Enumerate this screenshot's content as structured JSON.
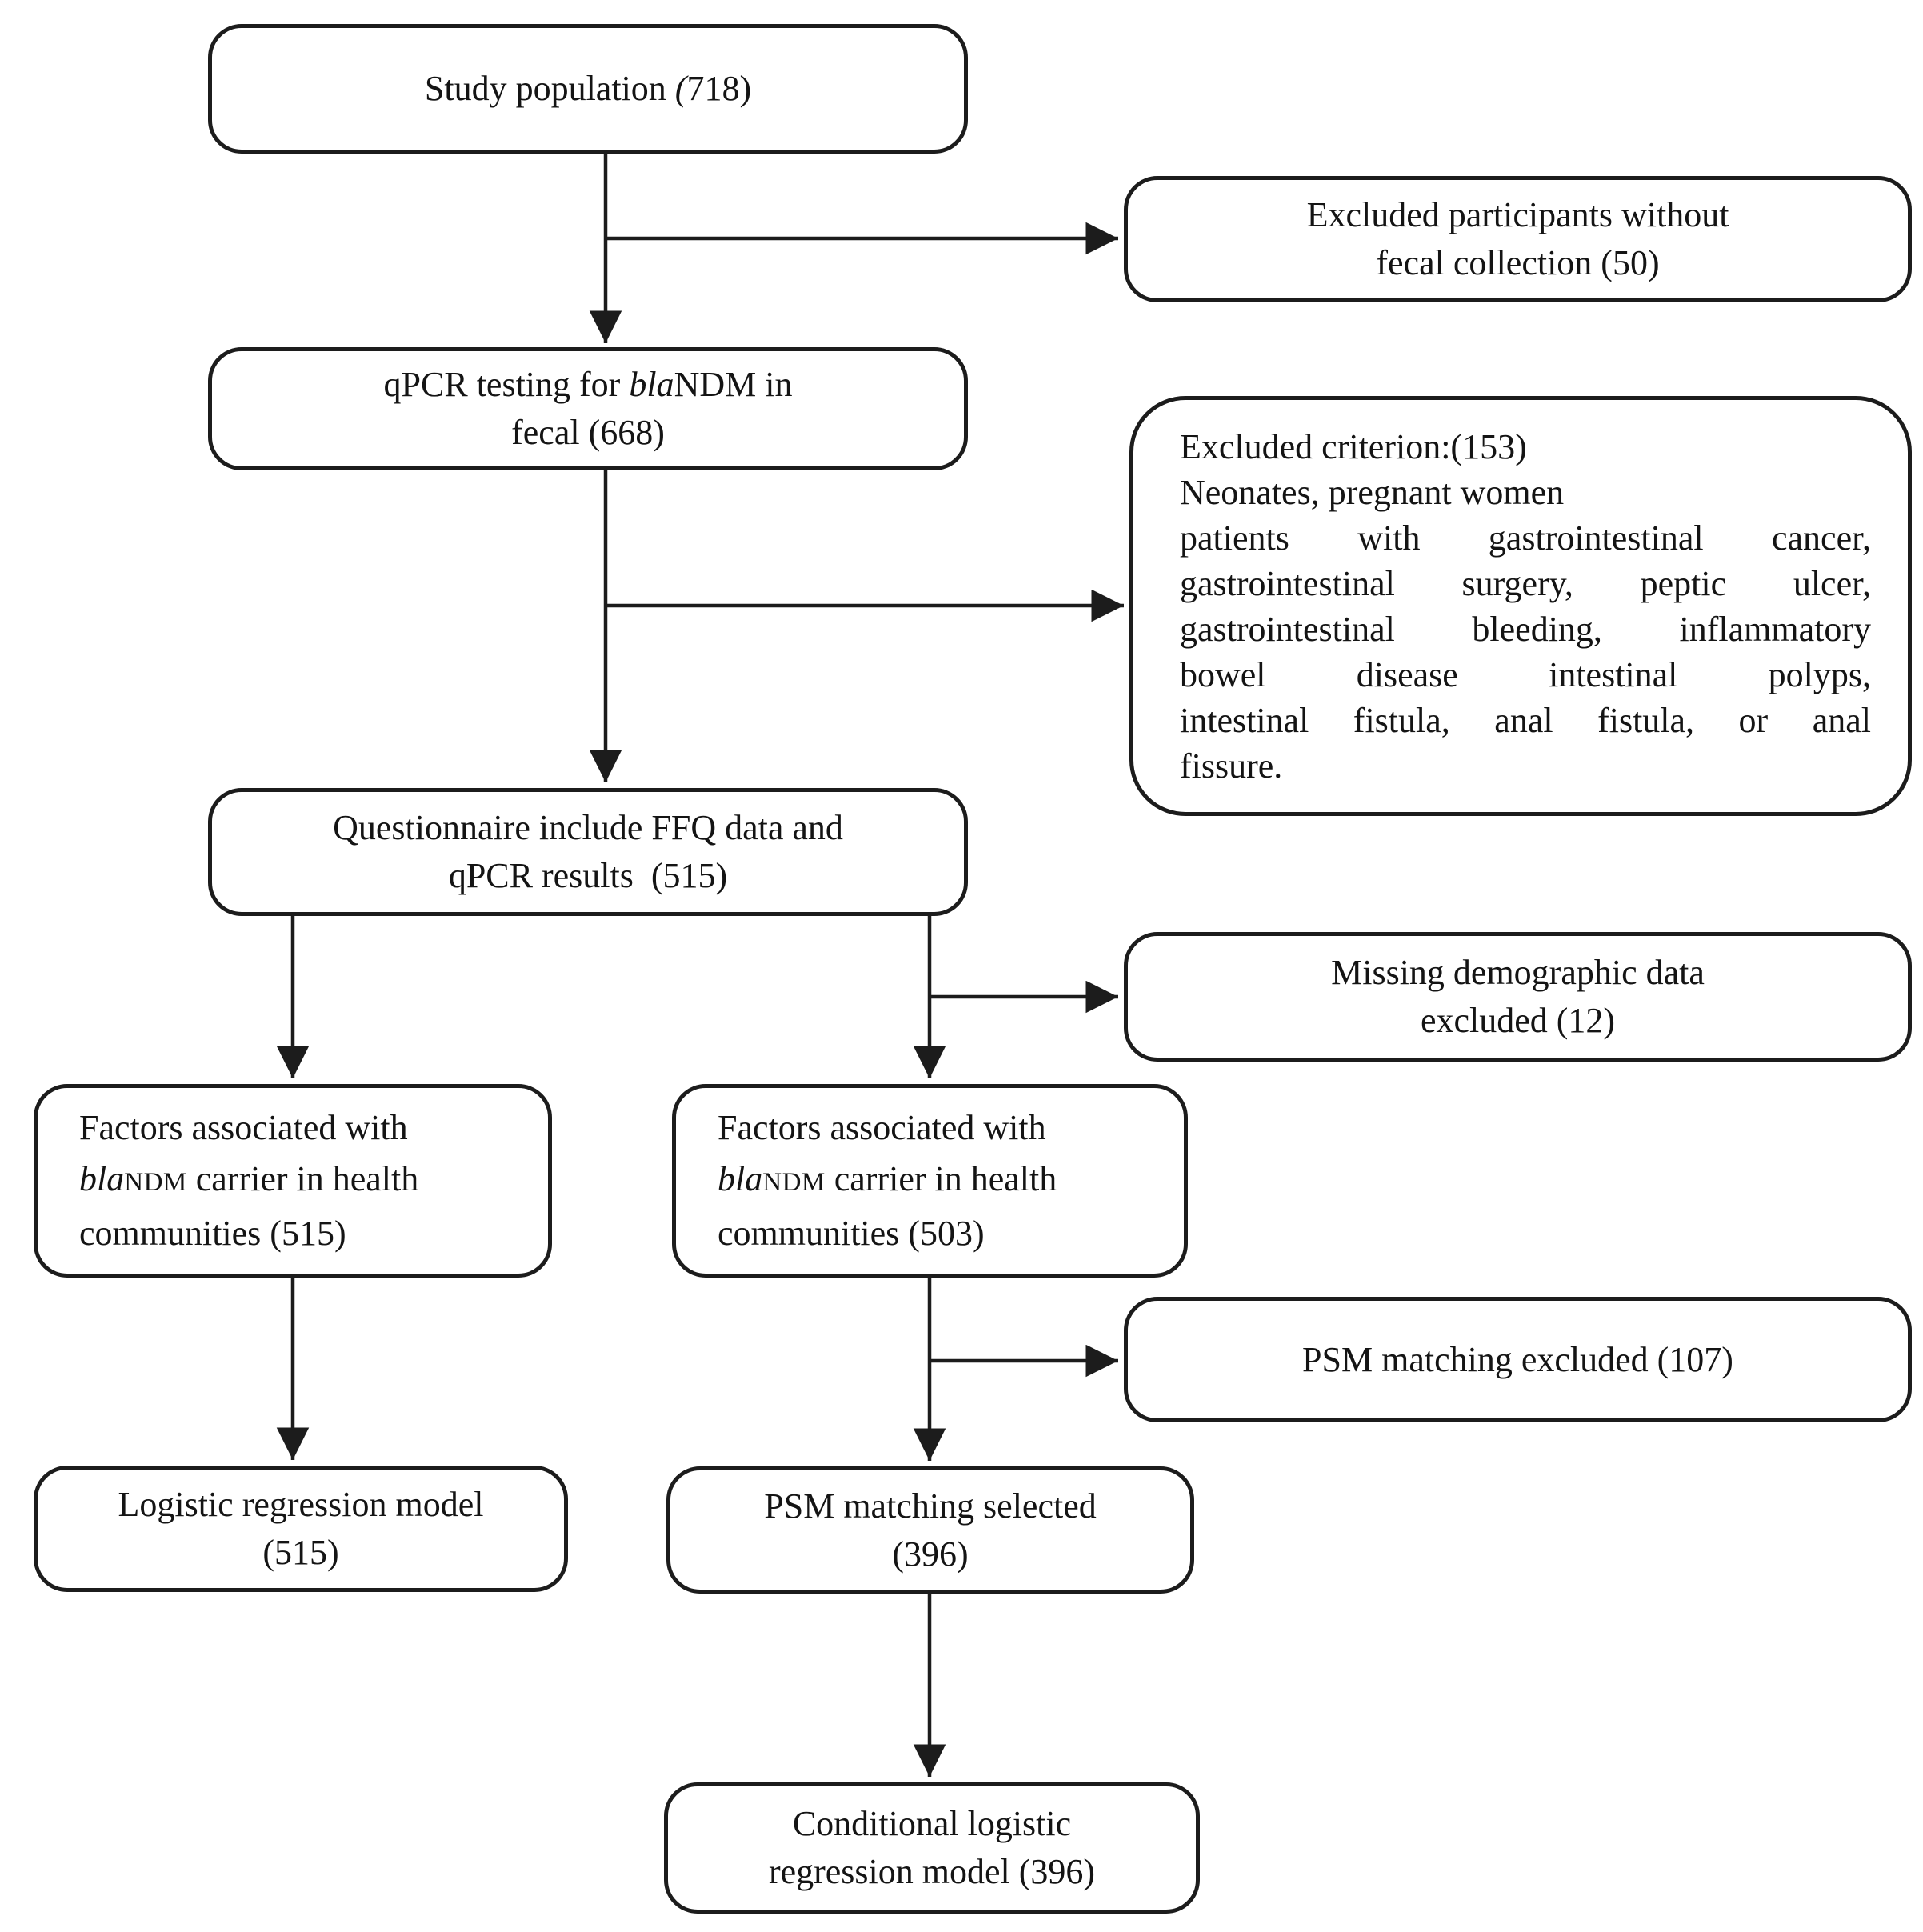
{
  "diagram": {
    "study_population": {
      "t1": "Study population ",
      "t2": "(",
      "t3": "718)"
    },
    "excluded_participants": {
      "l1": "Excluded participants without",
      "l2": "fecal collection (50)"
    },
    "qpcr": {
      "l1a": "qPCR testing for ",
      "l1b": "bla",
      "l1c": "NDM in",
      "l2": "fecal (668)"
    },
    "excluded_criterion": {
      "l1": "Excluded criterion:(153)",
      "l2": "Neonates, pregnant women",
      "l3": "patients with gastrointestinal cancer,",
      "l4": "gastrointestinal surgery, peptic ulcer,",
      "l5": "gastrointestinal bleeding, inflammatory",
      "l6": "bowel disease intestinal polyps,",
      "l7": "intestinal fistula, anal fistula, or anal",
      "l8": "fissure."
    },
    "questionnaire": {
      "l1": "Questionnaire include FFQ data and",
      "l2": "qPCR results  (515)"
    },
    "missing_demographic": {
      "l1": "Missing demographic data",
      "l2": "excluded (12)"
    },
    "factors_515": {
      "l1": "Factors associated with",
      "l2a": "bla",
      "l2b": "NDM",
      "l2c": " carrier in health",
      "l3": "communities (515)"
    },
    "factors_503": {
      "l1": "Factors associated with",
      "l2a": "bla",
      "l2b": "NDM",
      "l2c": " carrier in health",
      "l3": "communities (503)"
    },
    "psm_excluded": {
      "l1": "PSM matching excluded (107)"
    },
    "logistic_model": {
      "l1": "Logistic regression model",
      "l2": "(515)"
    },
    "psm_selected": {
      "l1": "PSM matching selected",
      "l2": "(396)"
    },
    "conditional_model": {
      "l1": "Conditional logistic",
      "l2": "regression model (396)"
    },
    "line_color": "#1c1c1c"
  }
}
